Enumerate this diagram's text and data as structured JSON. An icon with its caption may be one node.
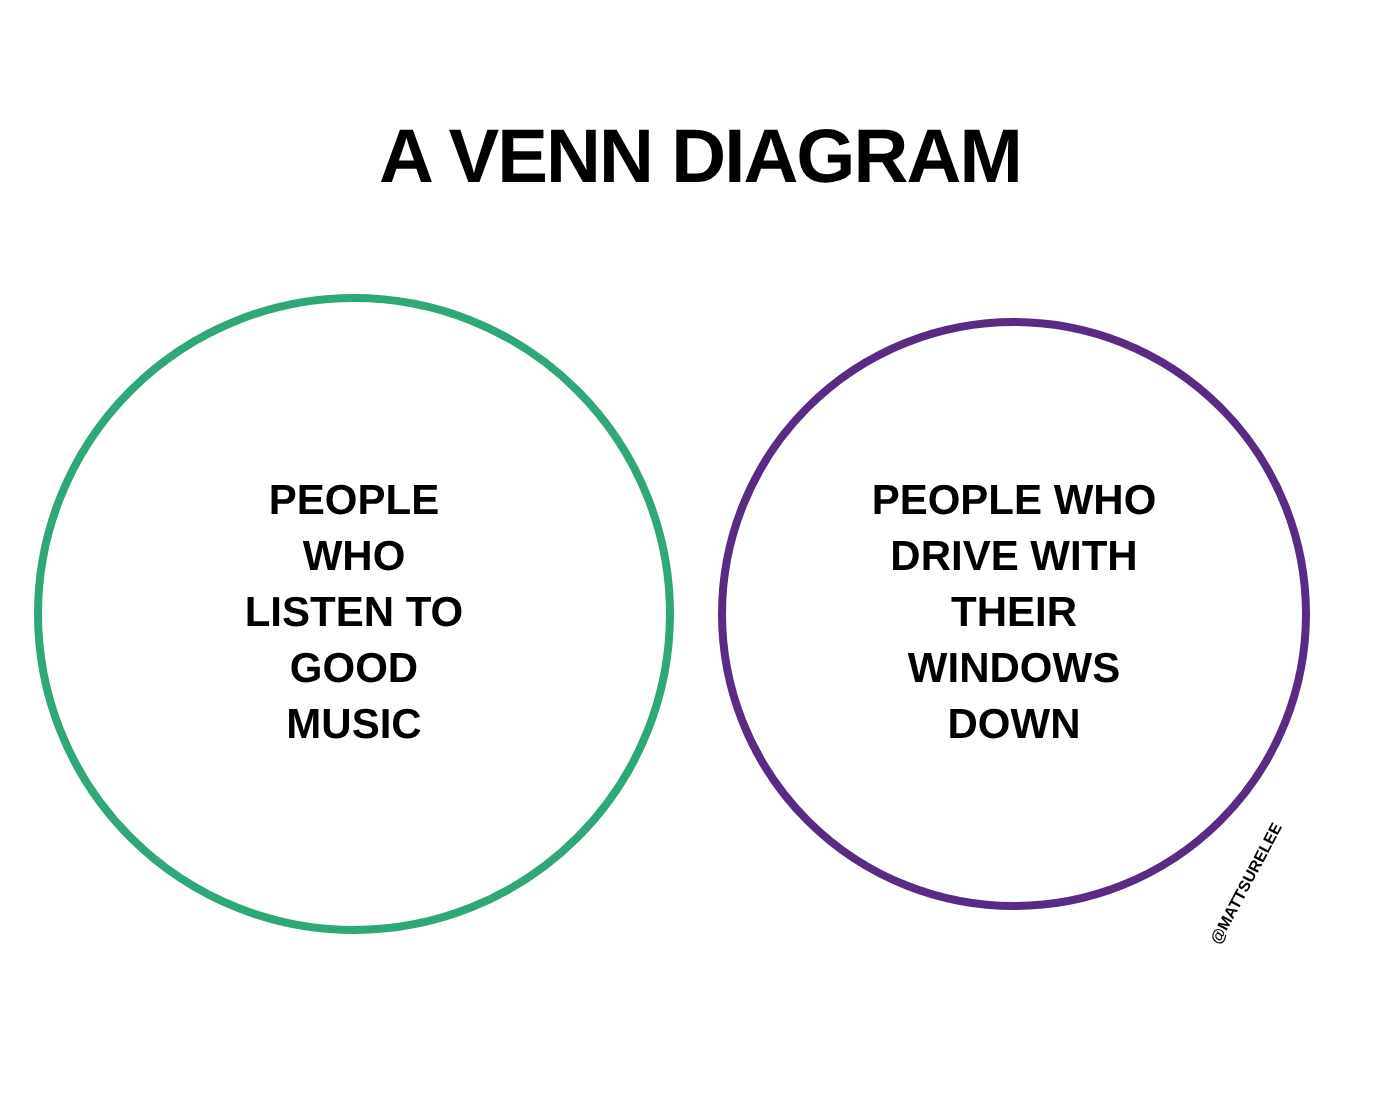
{
  "diagram": {
    "title": "A VENN DIAGRAM",
    "nodes": [
      {
        "text": [
          "PEOPLE WHO LISTEN TO GOOD MUSIC"
        ]
      },
      {
        "text": [
          "PEOPLE WHO DRIVE WITH THEIR WINDOWS DOWN"
        ]
      }
    ],
    "labels": [
      "@MATTSURELEE"
    ]
  }
}
